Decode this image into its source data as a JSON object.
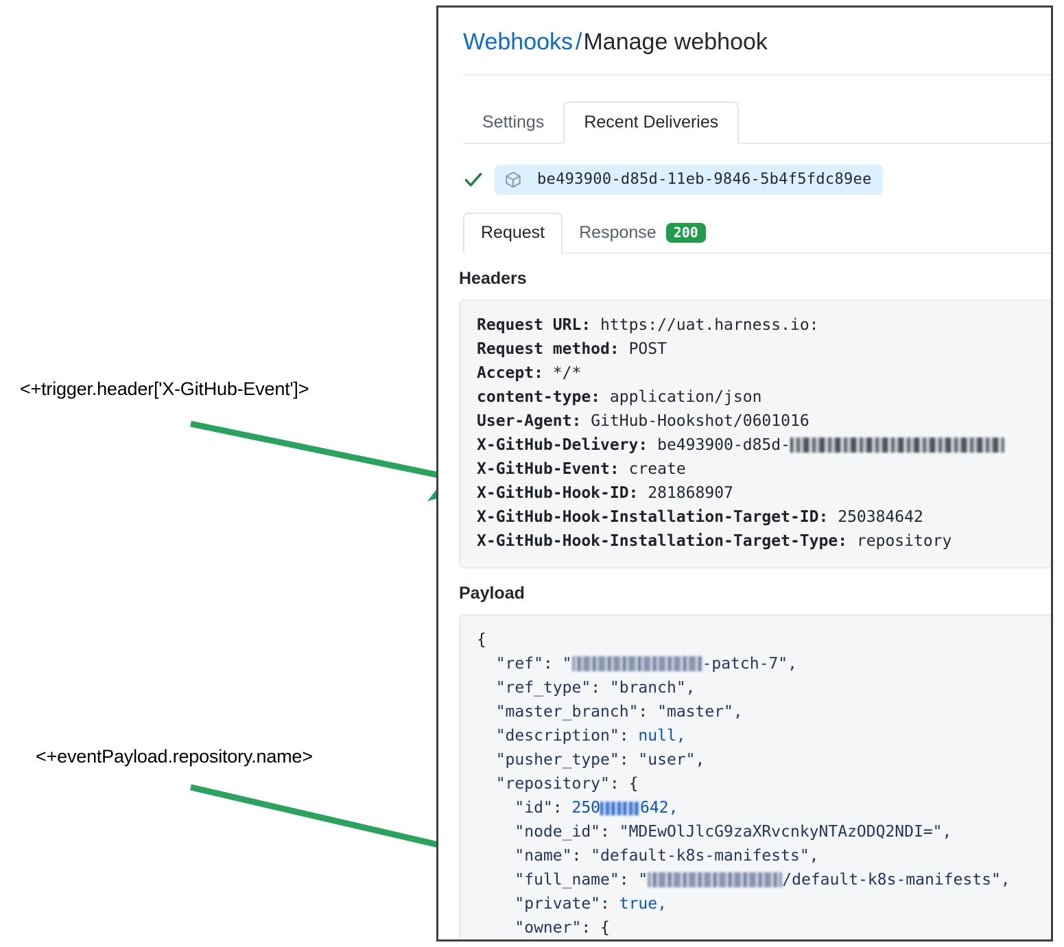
{
  "annotations": [
    {
      "id": "header-annotation",
      "text": "<+trigger.header['X-GitHub-Event']>"
    },
    {
      "id": "payload-annotation",
      "text": "<+eventPayload.repository.name>"
    }
  ],
  "colors": {
    "arrow_green": "#2ba35f",
    "link_blue": "#0969da",
    "status_green": "#1f9d4d",
    "chip_blue": "#ddf0ff",
    "code_bg": "#f4f6f8",
    "panel_border": "#3f3f3f"
  },
  "panel": {
    "breadcrumb": {
      "parent": "Webhooks",
      "separator": "/",
      "current": "Manage webhook"
    },
    "outer_tabs": [
      {
        "label": "Settings",
        "active": false
      },
      {
        "label": "Recent Deliveries",
        "active": true
      }
    ],
    "delivery": {
      "status_icon": "check-icon",
      "package_icon": "cube-icon",
      "id": "be493900-d85d-11eb-9846-5b4f5fdc89ee"
    },
    "inner_tabs": [
      {
        "label": "Request",
        "active": true,
        "badge": null
      },
      {
        "label": "Response",
        "active": false,
        "badge": "200"
      }
    ],
    "headers_section": {
      "title": "Headers",
      "rows": [
        {
          "key": "Request URL:",
          "value": "https://uat.harness.io:"
        },
        {
          "key": "Request method:",
          "value": "POST"
        },
        {
          "key": "Accept:",
          "value": "*/*"
        },
        {
          "key": "content-type:",
          "value": "application/json"
        },
        {
          "key": "User-Agent:",
          "value": "GitHub-Hookshot/0601016"
        },
        {
          "key": "X-GitHub-Delivery:",
          "value": "be493900-d85d-",
          "redacted_suffix": true
        },
        {
          "key": "X-GitHub-Event:",
          "value": "create"
        },
        {
          "key": "X-GitHub-Hook-ID:",
          "value": "281868907"
        },
        {
          "key": "X-GitHub-Hook-Installation-Target-ID:",
          "value": "250384642"
        },
        {
          "key": "X-GitHub-Hook-Installation-Target-Type:",
          "value": "repository"
        }
      ]
    },
    "payload_section": {
      "title": "Payload",
      "lines": [
        {
          "indent": 0,
          "text": "{"
        },
        {
          "indent": 1,
          "key": "\"ref\"",
          "redacted_value_prefix": true,
          "value_suffix": "-patch-7\","
        },
        {
          "indent": 1,
          "key": "\"ref_type\"",
          "value": "\"branch\",",
          "type": "string"
        },
        {
          "indent": 1,
          "key": "\"master_branch\"",
          "value": "\"master\",",
          "type": "string"
        },
        {
          "indent": 1,
          "key": "\"description\"",
          "value": "null,",
          "type": "keyword"
        },
        {
          "indent": 1,
          "key": "\"pusher_type\"",
          "value": "\"user\",",
          "type": "string"
        },
        {
          "indent": 1,
          "key": "\"repository\"",
          "value": "{",
          "type": "punct"
        },
        {
          "indent": 2,
          "key": "\"id\"",
          "value_prefix": "250",
          "redacted_mid": true,
          "value_suffix": "642,",
          "type": "number"
        },
        {
          "indent": 2,
          "key": "\"node_id\"",
          "value": "\"MDEwOlJlcG9zaXRvcnkyNTAzODQ2NDI=\",",
          "type": "string"
        },
        {
          "indent": 2,
          "key": "\"name\"",
          "value": "\"default-k8s-manifests\",",
          "type": "string"
        },
        {
          "indent": 2,
          "key": "\"full_name\"",
          "redacted_value_prefix": true,
          "value_suffix": "/default-k8s-manifests\",",
          "type": "string"
        },
        {
          "indent": 2,
          "key": "\"private\"",
          "value": "true,",
          "type": "keyword"
        },
        {
          "indent": 2,
          "key": "\"owner\"",
          "value": "{",
          "type": "punct"
        }
      ]
    }
  }
}
